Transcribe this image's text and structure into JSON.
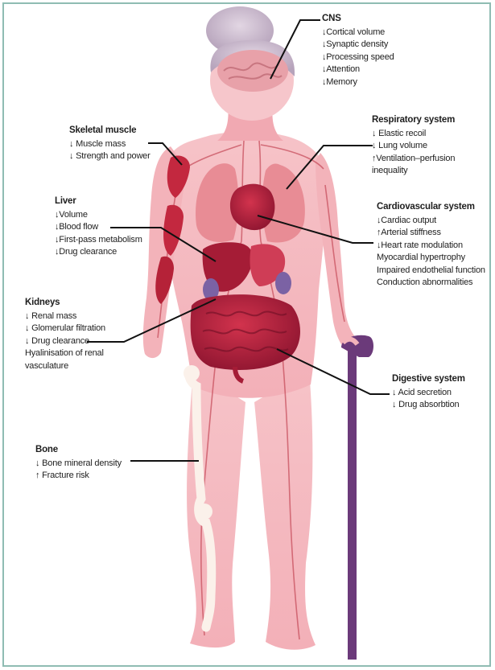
{
  "labels": {
    "cns": {
      "heading": "CNS",
      "items": [
        "↓Cortical volume",
        "↓Synaptic density",
        "↓Processing speed",
        "↓Attention",
        "↓Memory"
      ]
    },
    "respiratory": {
      "heading": "Respiratory system",
      "items": [
        "↓ Elastic recoil",
        "↓ Lung volume",
        "↑Ventilation–perfusion",
        "inequality"
      ]
    },
    "skeletal_muscle": {
      "heading": "Skeletal muscle",
      "items": [
        "↓ Muscle mass",
        "↓ Strength and power"
      ]
    },
    "liver": {
      "heading": "Liver",
      "items": [
        "↓Volume",
        "↓Blood flow",
        "↓First-pass metabolism",
        "↓Drug clearance"
      ]
    },
    "cardiovascular": {
      "heading": "Cardiovascular system",
      "items": [
        "↓Cardiac output",
        "↑Arterial stiffness",
        "↓Heart rate modulation",
        "Myocardial hypertrophy",
        "Impaired endothelial function",
        "Conduction abnormalities"
      ]
    },
    "kidneys": {
      "heading": "Kidneys",
      "items": [
        "↓ Renal mass",
        "↓ Glomerular filtration",
        "↓ Drug clearance",
        "Hyalinisation of renal",
        "vasculature"
      ]
    },
    "digestive": {
      "heading": "Digestive system",
      "items": [
        "↓ Acid secretion",
        "↓ Drug absorbtion"
      ]
    },
    "bone": {
      "heading": "Bone",
      "items": [
        "↓ Bone mineral density",
        "↑ Fracture risk"
      ]
    }
  },
  "colors": {
    "frame": "#8fbcb3",
    "skin": "#f4b9bf",
    "skin_light": "#f8d3d6",
    "hair": "#c9b8cd",
    "organ": "#b3203a",
    "organ_dark": "#8e1530",
    "lung": "#e88c95",
    "bone": "#fbf1ea",
    "cane": "#6b3a7a",
    "vessel": "#c8505e"
  }
}
